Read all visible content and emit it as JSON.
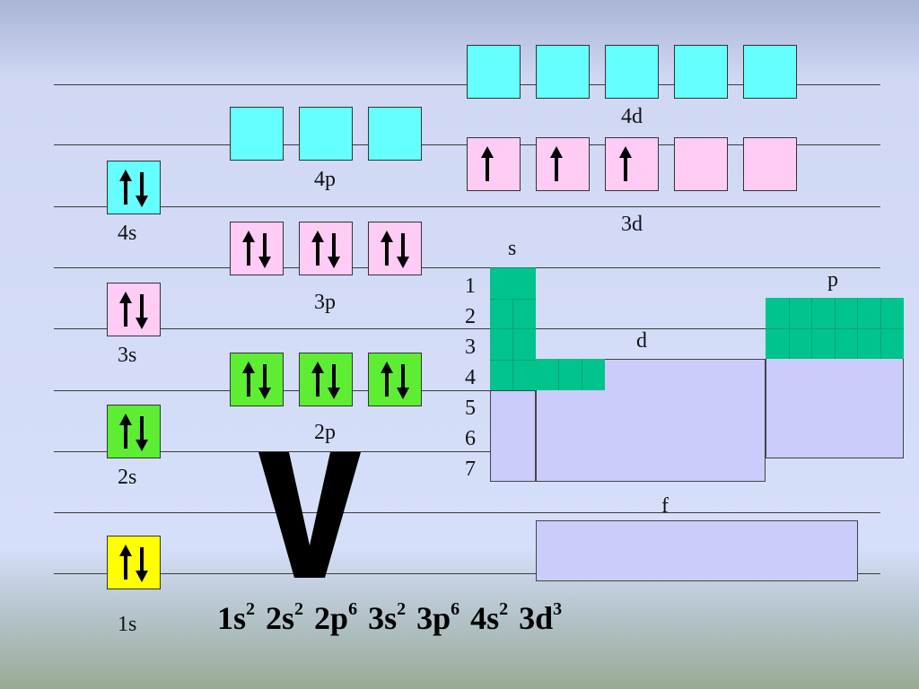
{
  "colors": {
    "cyan": "#66ffff",
    "pink": "#ffccf5",
    "green": "#5dee34",
    "yellow": "#ffff00",
    "teal": "#00c48c",
    "lavender": "#ccccfa"
  },
  "orbitals": {
    "s1": {
      "label": "1s",
      "electrons": "paired"
    },
    "s2": {
      "label": "2s",
      "electrons": "paired"
    },
    "s3": {
      "label": "3s",
      "electrons": "paired"
    },
    "s4": {
      "label": "4s",
      "electrons": "paired"
    },
    "p2": {
      "label": "2p",
      "electrons": [
        "paired",
        "paired",
        "paired"
      ]
    },
    "p3": {
      "label": "3p",
      "electrons": [
        "paired",
        "paired",
        "paired"
      ]
    },
    "p4": {
      "label": "4p",
      "electrons": [
        "empty",
        "empty",
        "empty"
      ]
    },
    "d3": {
      "label": "3d",
      "electrons": [
        "up",
        "up",
        "up",
        "empty",
        "empty"
      ]
    },
    "d4": {
      "label": "4d",
      "electrons": [
        "empty",
        "empty",
        "empty",
        "empty",
        "empty"
      ]
    }
  },
  "periodic": {
    "block_s": "s",
    "block_p": "p",
    "block_d": "d",
    "block_f": "f",
    "periods": [
      "1",
      "2",
      "3",
      "4",
      "5",
      "6",
      "7"
    ]
  },
  "big_letter": "V",
  "config": [
    {
      "orb": "1s",
      "n": "2"
    },
    {
      "orb": "2s",
      "n": "2"
    },
    {
      "orb": "2p",
      "n": "6"
    },
    {
      "orb": "3s",
      "n": "2"
    },
    {
      "orb": "3p",
      "n": "6"
    },
    {
      "orb": "4s",
      "n": "2"
    },
    {
      "orb": "3d",
      "n": "3"
    }
  ]
}
